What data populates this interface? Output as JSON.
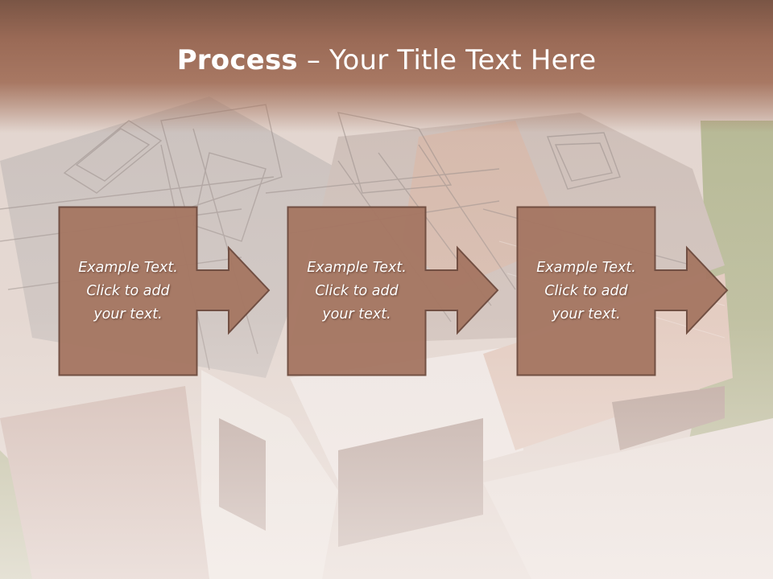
{
  "slide": {
    "title_bold": "Process",
    "title_rest": " – Your Title Text Here",
    "accent_color": "#a67763",
    "box_border_color": "#6e4b3e",
    "steps": [
      {
        "line1": "Example Text.",
        "line2": "Click  to add",
        "line3": "your text."
      },
      {
        "line1": "Example Text.",
        "line2": "Click  to add",
        "line3": "your text."
      },
      {
        "line1": "Example Text.",
        "line2": "Click  to add",
        "line3": "your text."
      }
    ],
    "background_image": "house-construction-rendering"
  }
}
